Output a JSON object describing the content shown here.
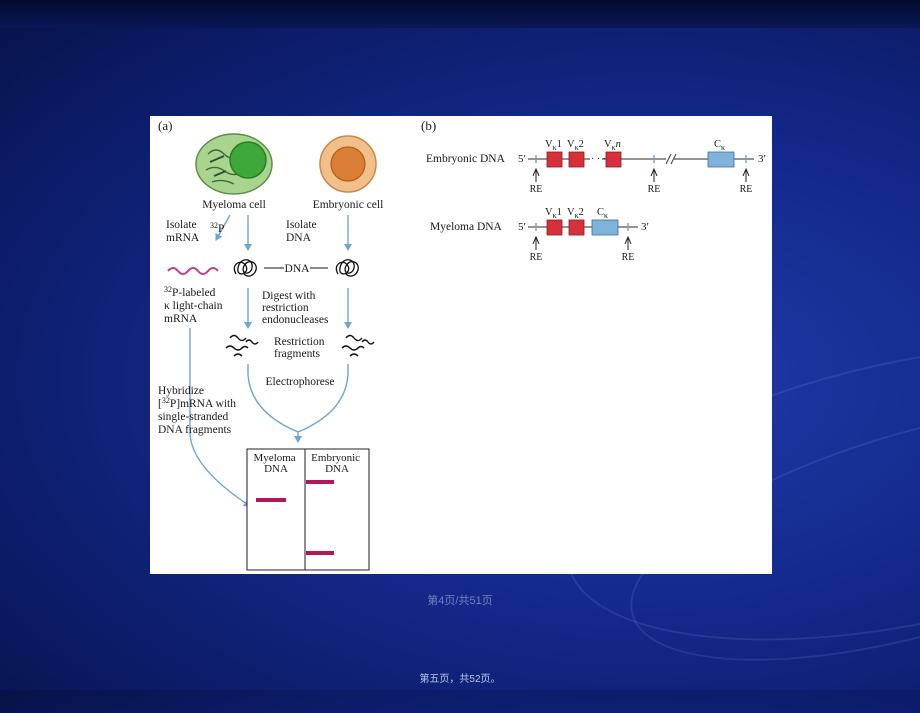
{
  "panel_a": {
    "label": "(a)",
    "myeloma_cell": "Myeloma cell",
    "embryonic_cell": "Embryonic cell",
    "isolate_mrna": [
      "Isolate",
      "mRNA"
    ],
    "p32_sup": "32",
    "p32_letter": "P",
    "isolate_dna": [
      "Isolate",
      "DNA"
    ],
    "dna": "DNA",
    "labeled_mrna_sup": "32",
    "labeled_mrna_lines": [
      "P-labeled",
      "κ light-chain",
      "mRNA"
    ],
    "digest": [
      "Digest with",
      "restriction",
      "endonucleases"
    ],
    "fragments": [
      "Restriction",
      "fragments"
    ],
    "electrophorese": "Electrophorese",
    "hybridize_line1": "Hybridize",
    "hybridize_line2_pre": "[",
    "hybridize_line2_sup": "32",
    "hybridize_line2_post": "P]mRNA with",
    "hybridize_rest": [
      "single-stranded",
      "DNA fragments"
    ],
    "gel_myeloma": [
      "Myeloma",
      "DNA"
    ],
    "gel_embryonic": [
      "Embryonic",
      "DNA"
    ]
  },
  "panel_b": {
    "label": "(b)",
    "embryonic_row": "Embryonic DNA",
    "myeloma_row": "Myeloma DNA",
    "five_prime": "5′",
    "three_prime": "3′",
    "re": "RE",
    "v_letter": "V",
    "kappa": "κ",
    "v1": "1",
    "v2": "2",
    "vn": "n",
    "c_letter": "C"
  },
  "colors": {
    "gene_red": "#d6303a",
    "gene_blue": "#7fb3d9",
    "arrow_blue": "#6aa6d6",
    "band": "#b0185a",
    "mrna": "#c83a8a"
  },
  "page_number": "第4页/共51页",
  "footer": "第五页，共52页。"
}
